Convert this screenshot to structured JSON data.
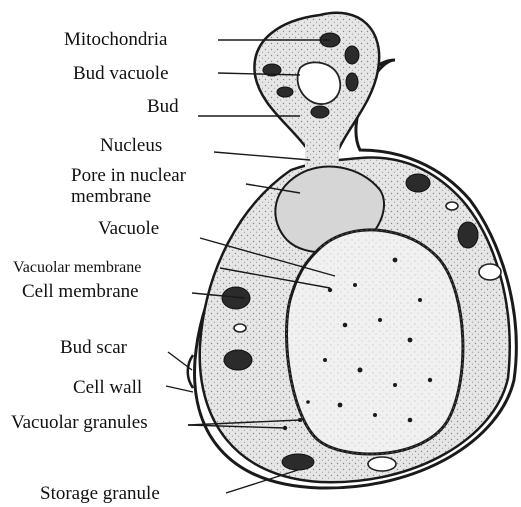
{
  "labels": {
    "mitochondria": "Mitochondria",
    "bud_vacuole": "Bud vacuole",
    "bud": "Bud",
    "nucleus": "Nucleus",
    "pore_line1": "Pore in nuclear",
    "pore_line2": "membrane",
    "vacuole": "Vacuole",
    "vacuolar_membrane": "Vacuolar membrane",
    "cell_membrane": "Cell membrane",
    "bud_scar": "Bud scar",
    "cell_wall": "Cell wall",
    "vacuolar_granules": "Vacuolar granules",
    "storage_granule": "Storage granule"
  }
}
